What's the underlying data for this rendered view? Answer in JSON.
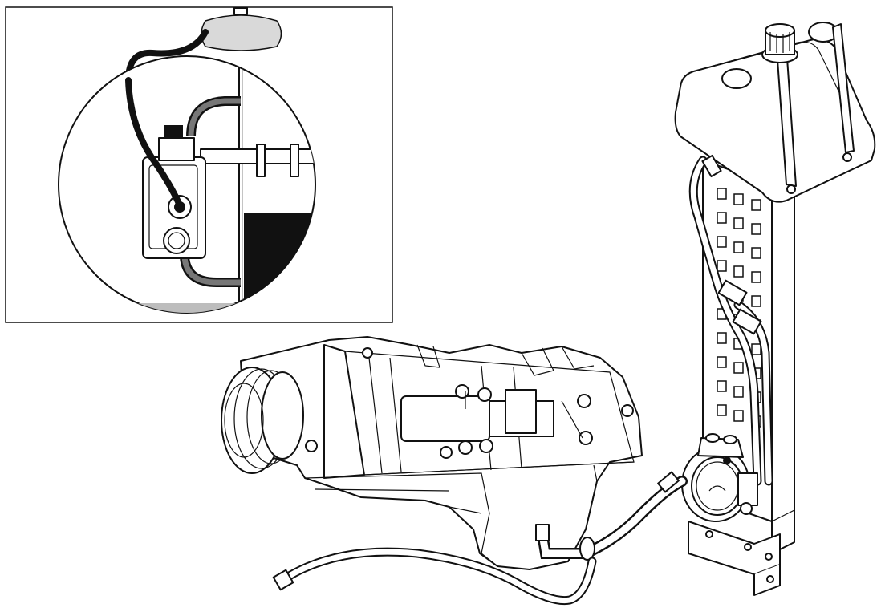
{
  "figure": {
    "inset": {
      "reservoir": "oil-reservoir",
      "hose": "supply-hose",
      "pump": "oil-pump",
      "level": "oil-level-fill"
    },
    "components": [
      "oil-tank",
      "filler-cap",
      "mounting-bracket",
      "oil-pump",
      "pump-motor",
      "feed-hose",
      "return-hose",
      "hose-fitting"
    ]
  }
}
